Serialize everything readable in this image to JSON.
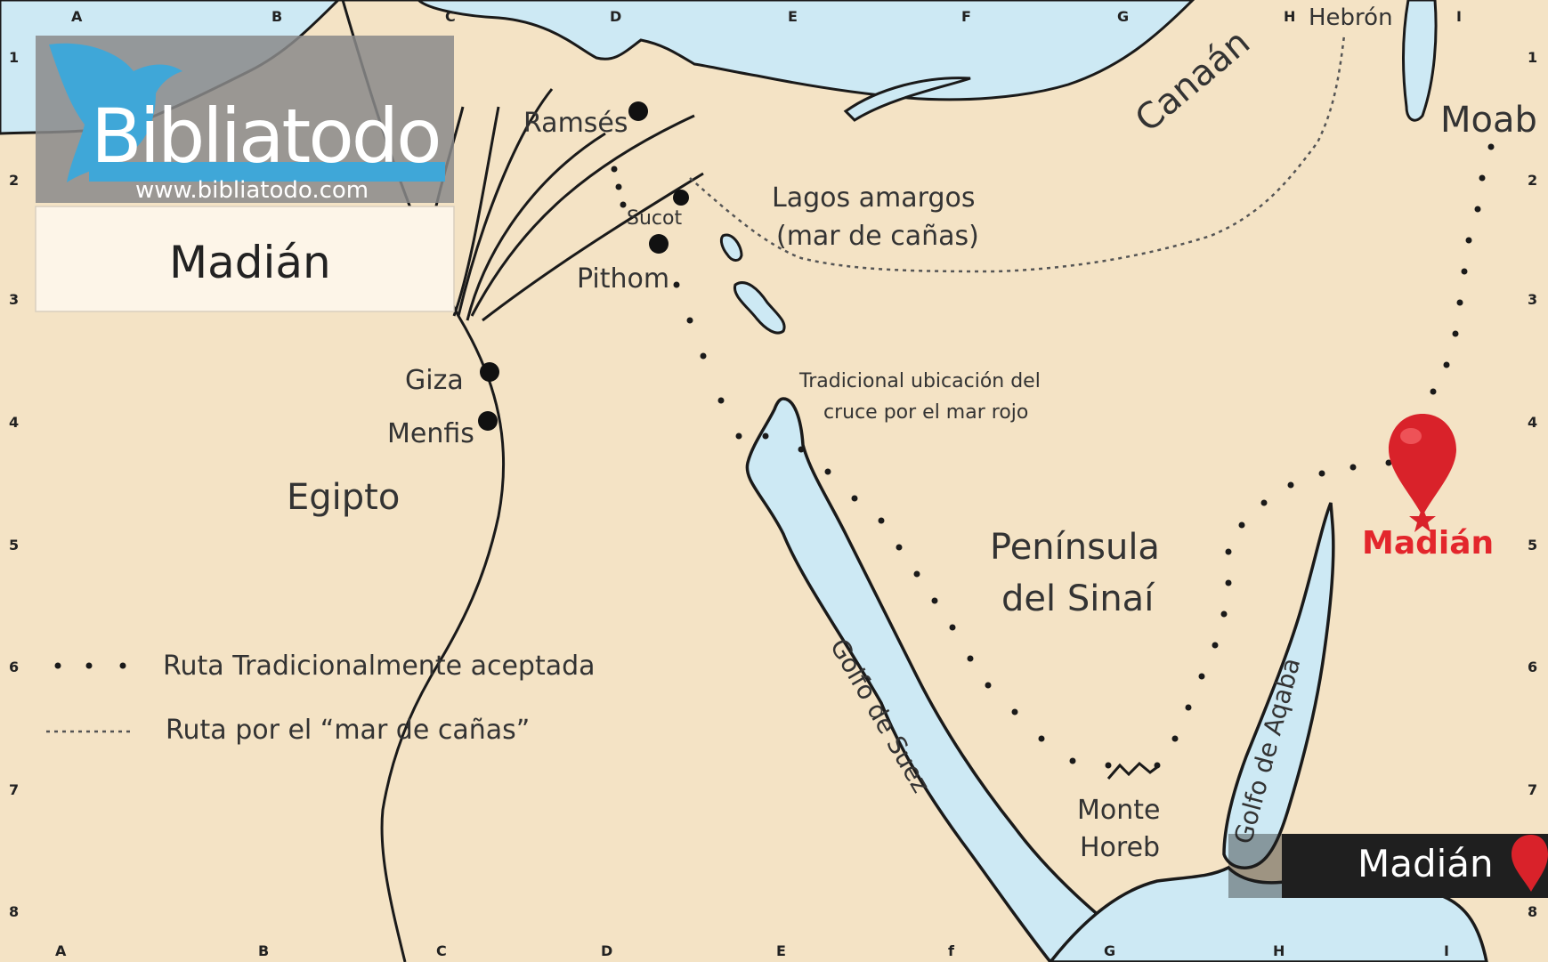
{
  "logo": {
    "brand": "Bibliatodo",
    "url": "www.bibliatodo.com"
  },
  "map_title": "Madián",
  "grid": {
    "top": [
      "A",
      "B",
      "C",
      "D",
      "E",
      "F",
      "G",
      "H",
      "I"
    ],
    "bottom": [
      "A",
      "B",
      "C",
      "D",
      "E",
      "f",
      "G",
      "H",
      "I"
    ],
    "left": [
      "1",
      "2",
      "3",
      "4",
      "5",
      "6",
      "7",
      "8"
    ],
    "right": [
      "1",
      "2",
      "3",
      "4",
      "5",
      "6",
      "7",
      "8"
    ]
  },
  "places": {
    "ramses": "Ramsés",
    "sucot": "Sucot",
    "pithom": "Pithom",
    "giza": "Giza",
    "menfis": "Menfis",
    "hebron": "Hebrón",
    "monte": "Monte",
    "horeb": "Horeb",
    "madian": "Madián"
  },
  "regions": {
    "egipto": "Egipto",
    "canaan": "Canaán",
    "moab": "Moab",
    "peninsula_1": "Península",
    "peninsula_2": "del Sinaí"
  },
  "notes": {
    "lagos_1": "Lagos amargos",
    "lagos_2": "(mar de cañas)",
    "cruce_1": "Tradicional ubicación del",
    "cruce_2": "cruce por el mar rojo"
  },
  "water": {
    "suez": "Golfo de Suez",
    "aqaba": "Golfo de Aqaba"
  },
  "legend": {
    "dotted": "Ruta Tradicionalmente aceptada",
    "dashed": "Ruta por el “mar de cañas”"
  },
  "badge": {
    "label": "Madián"
  },
  "colors": {
    "land": "#f4e3c5",
    "water": "#cde9f4",
    "route": "#333333",
    "highlight": "#e3262c"
  },
  "icons": {
    "marker": "map-pin-icon",
    "badge_marker": "map-pin-icon"
  }
}
